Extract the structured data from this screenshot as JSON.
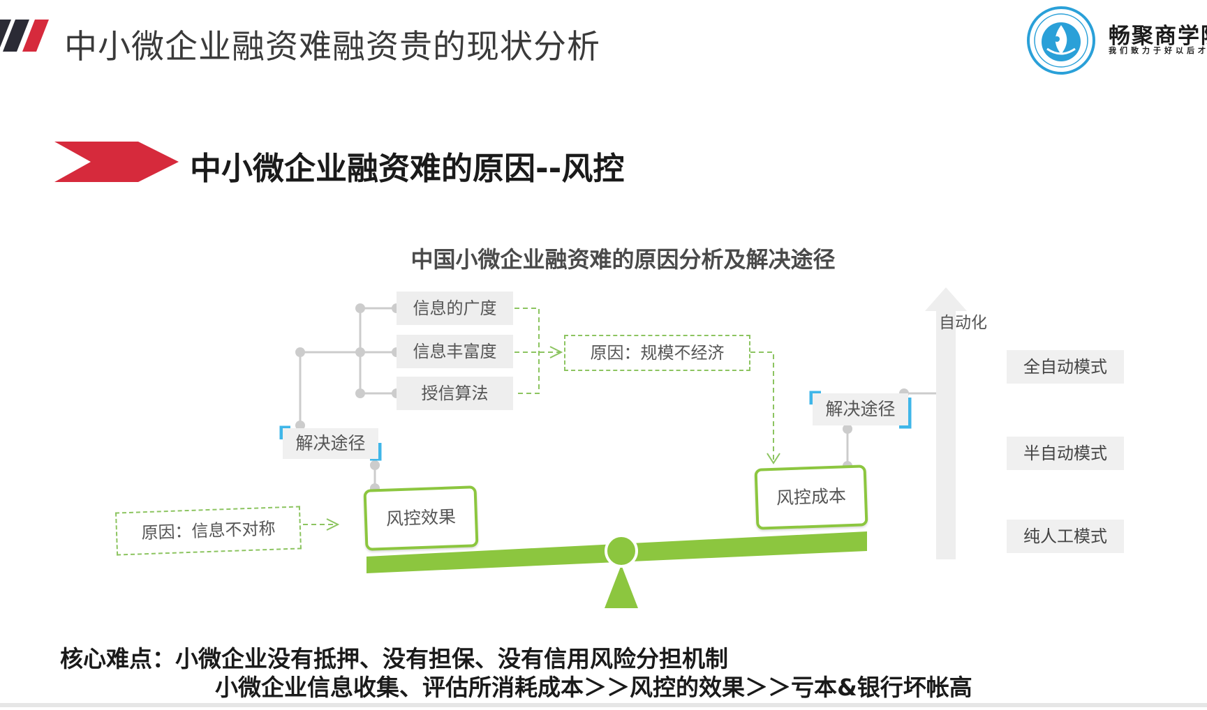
{
  "header": {
    "title": "中小微企业融资难融资贵的现状分析",
    "brand_name": "畅聚商学院",
    "brand_slogan": "我们致力于好以后才能"
  },
  "section": {
    "title": "中小微企业融资难的原因--风控"
  },
  "diagram": {
    "title": "中国小微企业融资难的原因分析及解决途径",
    "left_causes": [
      "信息的广度",
      "信息丰富度",
      "授信算法"
    ],
    "reason_scale": "原因：规模不经济",
    "reason_info": "原因：信息不对称",
    "solution_left": "解决途径",
    "solution_right": "解决途径",
    "risk_effect": "风控效果",
    "risk_cost": "风控成本",
    "axis_label": "自动化",
    "modes": [
      "全自动模式",
      "半自动模式",
      "纯人工模式"
    ]
  },
  "footer": {
    "core_line1": "核心难点：小微企业没有抵押、没有担保、没有信用风险分担机制",
    "core_line2": "小微企业信息收集、评估所消耗成本＞＞风控的效果＞＞亏本&银行坏帐高"
  },
  "colors": {
    "accent_red": "#d62a3c",
    "dark_slash": "#2b2b35",
    "green": "#8cc63f",
    "dash_green": "#8cc460",
    "cyan": "#3fb6e8"
  },
  "icons": [
    "slash-decoration-icon",
    "brand-logo-icon",
    "red-arrow-icon",
    "balance-fulcrum-icon",
    "up-arrow-icon"
  ]
}
